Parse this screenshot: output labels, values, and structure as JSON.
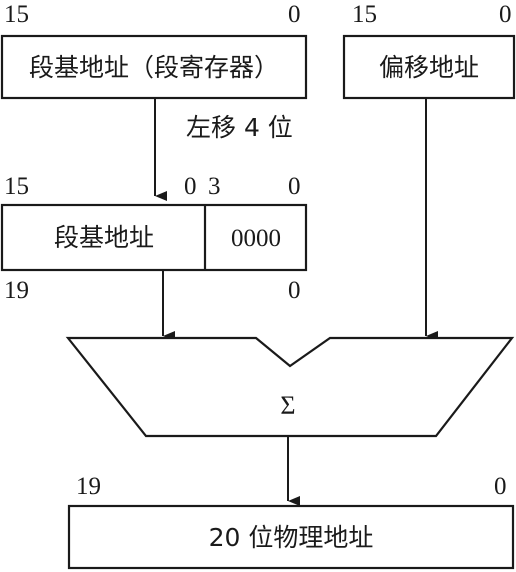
{
  "segment_register": {
    "label": "段基地址（段寄存器）",
    "bit_high": "15",
    "bit_low": "0"
  },
  "offset_address": {
    "label": "偏移地址",
    "bit_high": "15",
    "bit_low": "0"
  },
  "shift_label": "左移 4 位",
  "shifted_base": {
    "label": "段基地址",
    "pad": "0000",
    "bit_high": "15",
    "bit_mid_low": "0",
    "bit_mid_high": "3",
    "bit_low": "0",
    "total_high": "19",
    "total_low": "0"
  },
  "adder": {
    "symbol": "Σ"
  },
  "physical_address": {
    "label": "20 位物理地址",
    "bit_high": "19",
    "bit_low": "0"
  }
}
